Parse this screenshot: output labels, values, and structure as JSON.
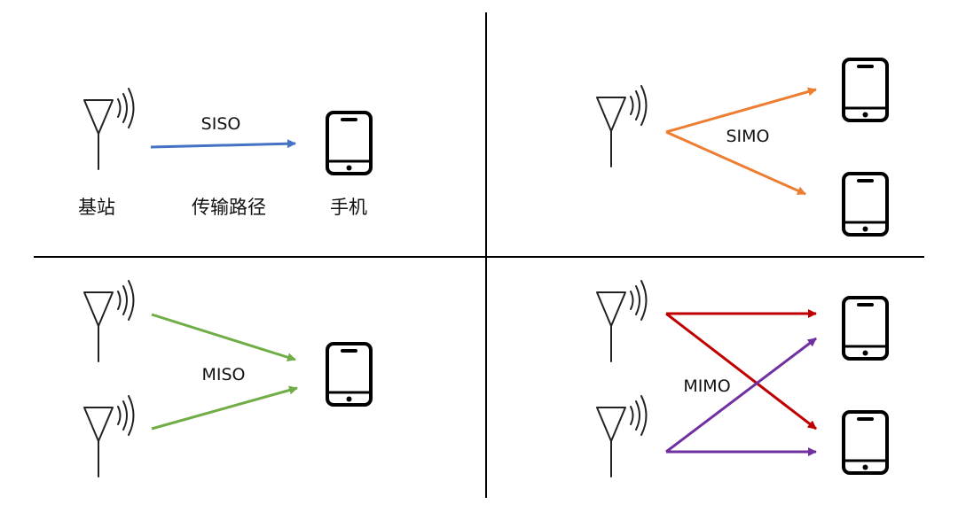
{
  "labels": {
    "siso": "SISO",
    "simo": "SIMO",
    "miso": "MISO",
    "mimo": "MIMO",
    "base_station": "基站",
    "transmission_path": "传输路径",
    "phone": "手机"
  },
  "colors": {
    "siso": "#4472c4",
    "simo": "#ed7d31",
    "miso": "#70ad47",
    "mimo_red": "#c00000",
    "mimo_purple": "#7030a0"
  }
}
